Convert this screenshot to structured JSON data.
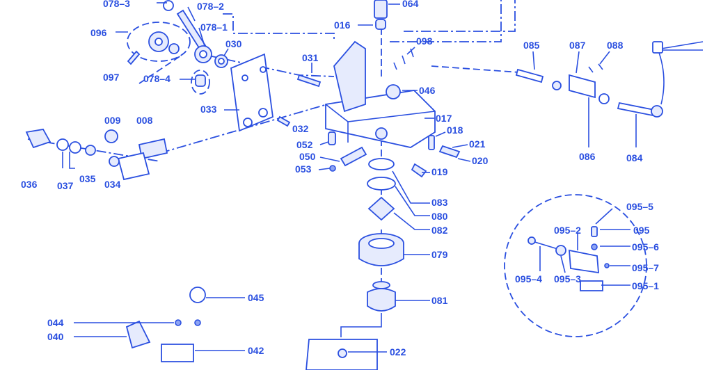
{
  "diagram": {
    "labels": {
      "p078_3": "078–3",
      "p078_2": "078–2",
      "p078_1": "078–1",
      "p078_4": "078–4",
      "p096": "096",
      "p097": "097",
      "p030": "030",
      "p031": "031",
      "p033": "033",
      "p032": "032",
      "p064": "064",
      "p016": "016",
      "p098": "098",
      "p046": "046",
      "p017": "017",
      "p018": "018",
      "p021": "021",
      "p020": "020",
      "p019": "019",
      "p052": "052",
      "p050": "050",
      "p053": "053",
      "p009": "009",
      "p008": "008",
      "p036": "036",
      "p037": "037",
      "p035": "035",
      "p034": "034",
      "p085": "085",
      "p087": "087",
      "p088": "088",
      "p086": "086",
      "p084": "084",
      "p083": "083",
      "p080": "080",
      "p082": "082",
      "p079": "079",
      "p081": "081",
      "p045": "045",
      "p044": "044",
      "p040": "040",
      "p042": "042",
      "p022": "022",
      "p095": "095",
      "p095_5": "095–5",
      "p095_2": "095–2",
      "p095_6": "095–6",
      "p095_7": "095–7",
      "p095_4": "095–4",
      "p095_3": "095–3",
      "p095_1": "095–1"
    }
  }
}
